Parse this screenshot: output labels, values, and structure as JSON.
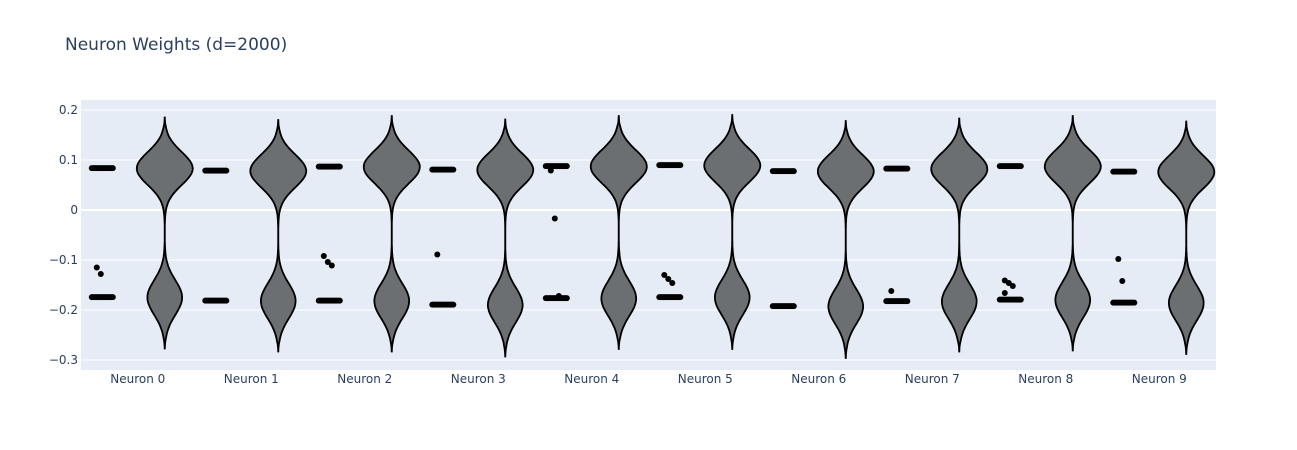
{
  "chart_data": {
    "type": "violin",
    "title": "Neuron Weights (d=2000)",
    "xlabel": "",
    "ylabel": "",
    "ylim": [
      -0.32,
      0.22
    ],
    "yticks": [
      0.2,
      0.1,
      0,
      -0.1,
      -0.2,
      -0.3
    ],
    "ytick_labels": [
      "0.2",
      "0.1",
      "0",
      "−0.1",
      "−0.2",
      "−0.3"
    ],
    "grid": true,
    "legend": "none",
    "colors": {
      "plot_bg": "#e5ecf6",
      "grid": "#ffffff",
      "violin_fill": "#6c6f72",
      "violin_line": "#000000",
      "points": "#000000",
      "text": "#2a3f5f"
    },
    "categories": [
      "Neuron 0",
      "Neuron 1",
      "Neuron 2",
      "Neuron 3",
      "Neuron 4",
      "Neuron 5",
      "Neuron 6",
      "Neuron 7",
      "Neuron 8",
      "Neuron 9"
    ],
    "violins": [
      {
        "name": "Neuron 0",
        "max": 0.185,
        "min": -0.277,
        "upper_mode": 0.083,
        "lower_mode": -0.175,
        "upper_cluster": 0.083,
        "lower_cluster": -0.175,
        "outliers": [
          -0.115,
          -0.128
        ]
      },
      {
        "name": "Neuron 1",
        "max": 0.18,
        "min": -0.283,
        "upper_mode": 0.078,
        "lower_mode": -0.182,
        "upper_cluster": 0.078,
        "lower_cluster": -0.182,
        "outliers": []
      },
      {
        "name": "Neuron 2",
        "max": 0.188,
        "min": -0.283,
        "upper_mode": 0.086,
        "lower_mode": -0.182,
        "upper_cluster": 0.086,
        "lower_cluster": -0.182,
        "outliers": [
          -0.092,
          -0.104,
          -0.111
        ]
      },
      {
        "name": "Neuron 3",
        "max": 0.181,
        "min": -0.293,
        "upper_mode": 0.08,
        "lower_mode": -0.19,
        "upper_cluster": 0.08,
        "lower_cluster": -0.19,
        "outliers": [
          -0.089
        ]
      },
      {
        "name": "Neuron 4",
        "max": 0.188,
        "min": -0.278,
        "upper_mode": 0.087,
        "lower_mode": -0.177,
        "upper_cluster": 0.087,
        "lower_cluster": -0.177,
        "outliers": [
          0.079,
          -0.017,
          -0.172
        ]
      },
      {
        "name": "Neuron 5",
        "max": 0.19,
        "min": -0.278,
        "upper_mode": 0.089,
        "lower_mode": -0.175,
        "upper_cluster": 0.089,
        "lower_cluster": -0.175,
        "outliers": [
          -0.13,
          -0.138,
          -0.146
        ]
      },
      {
        "name": "Neuron 6",
        "max": 0.178,
        "min": -0.296,
        "upper_mode": 0.077,
        "lower_mode": -0.193,
        "upper_cluster": 0.077,
        "lower_cluster": -0.193,
        "outliers": []
      },
      {
        "name": "Neuron 7",
        "max": 0.183,
        "min": -0.283,
        "upper_mode": 0.082,
        "lower_mode": -0.183,
        "upper_cluster": 0.082,
        "lower_cluster": -0.183,
        "outliers": [
          -0.162
        ]
      },
      {
        "name": "Neuron 8",
        "max": 0.188,
        "min": -0.281,
        "upper_mode": 0.087,
        "lower_mode": -0.18,
        "upper_cluster": 0.087,
        "lower_cluster": -0.18,
        "outliers": [
          -0.141,
          -0.146,
          -0.152,
          -0.166
        ]
      },
      {
        "name": "Neuron 9",
        "max": 0.177,
        "min": -0.288,
        "upper_mode": 0.076,
        "lower_mode": -0.186,
        "upper_cluster": 0.076,
        "lower_cluster": -0.186,
        "outliers": [
          -0.098,
          -0.142
        ]
      }
    ]
  }
}
